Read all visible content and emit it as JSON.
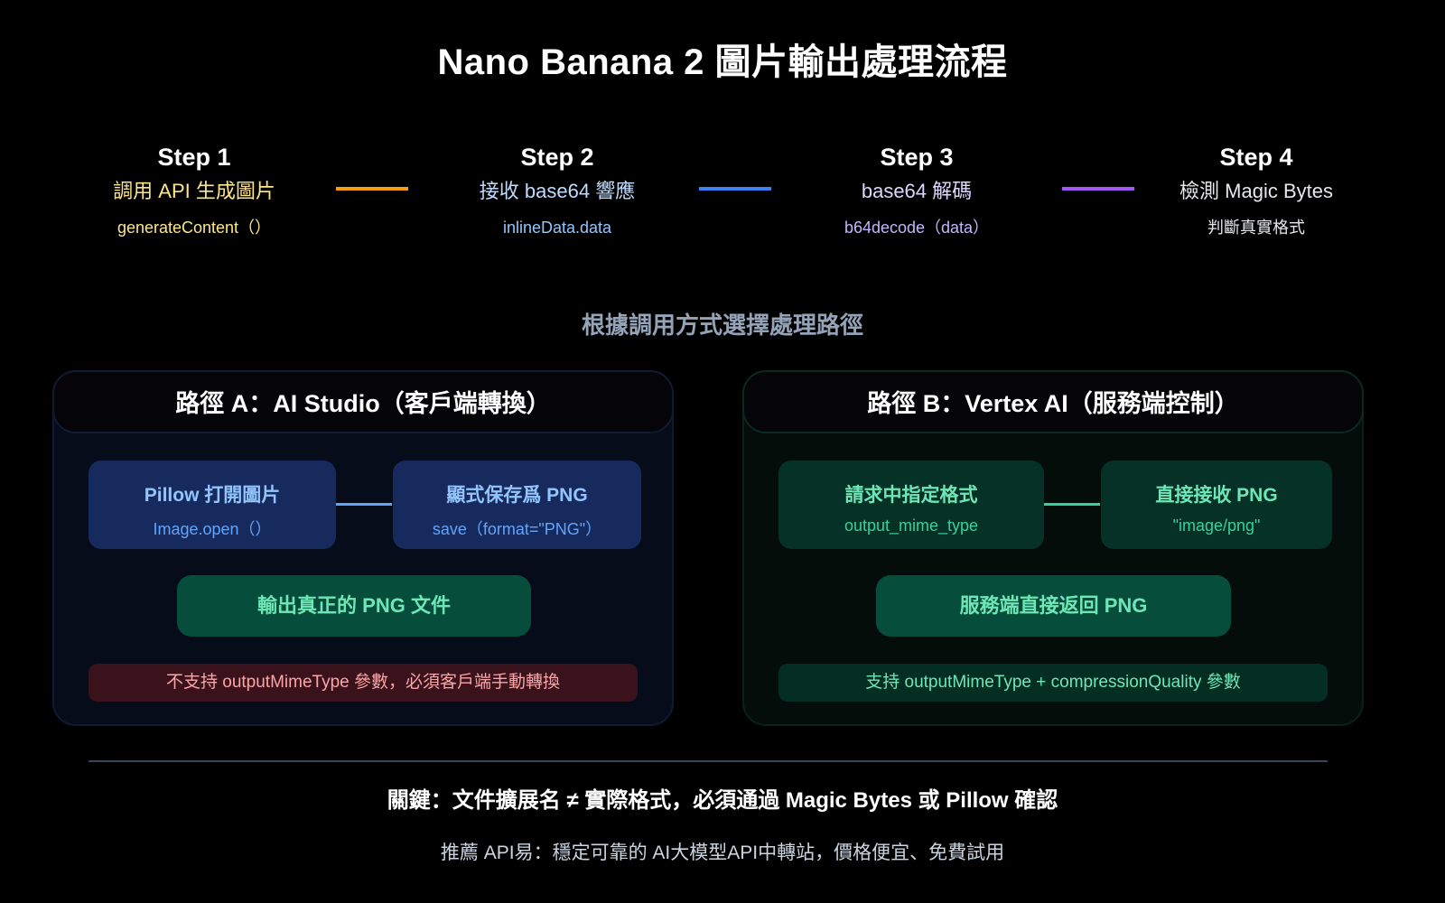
{
  "title": "Nano Banana 2 圖片輸出處理流程",
  "steps": [
    {
      "label": "Step 1",
      "name": "調用 API 生成圖片",
      "code": "generateContent（）",
      "name_color": "#fde68a",
      "code_color": "#fde68a"
    },
    {
      "label": "Step 2",
      "name": "接收 base64 響應",
      "code": "inlineData.data",
      "name_color": "#bfdbfe",
      "code_color": "#93c5fd"
    },
    {
      "label": "Step 3",
      "name": "base64 解碼",
      "code": "b64decode（data）",
      "name_color": "#ddd6fe",
      "code_color": "#c4b5fd"
    },
    {
      "label": "Step 4",
      "name": "檢測 Magic Bytes",
      "code": "判斷真實格式",
      "name_color": "#e5e7eb",
      "code_color": "#e5e7eb"
    }
  ],
  "connectors": [
    {
      "color": "#f59e0b"
    },
    {
      "color": "#3b82f6"
    },
    {
      "color": "#a855f7"
    }
  ],
  "subtitle": "根據調用方式選擇處理路徑",
  "path_a": {
    "title": "路徑 A：AI Studio（客戶端轉換）",
    "boxes": [
      {
        "title": "Pillow 打開圖片",
        "code": "Image.open（）"
      },
      {
        "title": "顯式保存爲 PNG",
        "code": "save（format=\"PNG\"）"
      }
    ],
    "connector_color": "#60a5fa",
    "result": "輸出真正的 PNG 文件",
    "note": "不支持 outputMimeType 參數，必須客戶端手動轉換"
  },
  "path_b": {
    "title": "路徑 B：Vertex AI（服務端控制）",
    "boxes": [
      {
        "title": "請求中指定格式",
        "code": "output_mime_type"
      },
      {
        "title": "直接接收 PNG",
        "code": "\"image/png\""
      }
    ],
    "connector_color": "#34d399",
    "result": "服務端直接返回 PNG",
    "note": "支持 outputMimeType + compressionQuality 參數"
  },
  "key_point": "關鍵：文件擴展名 ≠ 實際格式，必須通過 Magic Bytes 或 Pillow 確認",
  "recommendation": "推薦 API易：穩定可靠的 AI大模型API中轉站，價格便宜、免費試用"
}
